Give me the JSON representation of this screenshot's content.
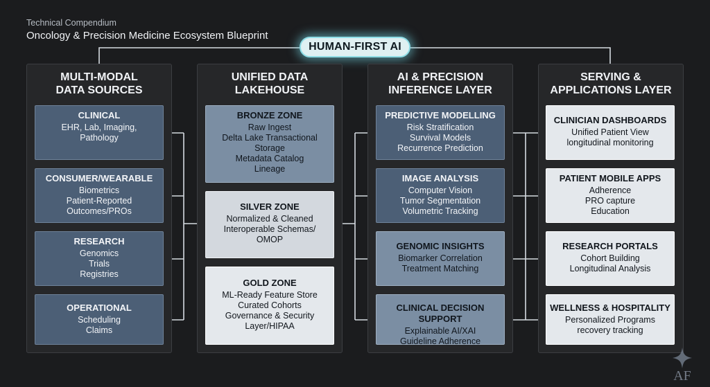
{
  "header": {
    "subtitle": "Technical Compendium",
    "title": "Oncology & Precision Medicine Ecosystem Blueprint"
  },
  "banner": "HUMAN-FIRST AI",
  "columns": [
    {
      "title": [
        "MULTI-MODAL",
        "DATA SOURCES"
      ],
      "cards": [
        {
          "title": "CLINICAL",
          "lines": [
            "EHR, Lab, Imaging,",
            "Pathology"
          ]
        },
        {
          "title": "CONSUMER/WEARABLE",
          "lines": [
            "Biometrics",
            "Patient-Reported",
            "Outcomes/PROs"
          ]
        },
        {
          "title": "RESEARCH",
          "lines": [
            "Genomics",
            "Trials",
            "Registries"
          ]
        },
        {
          "title": "OPERATIONAL",
          "lines": [
            "Scheduling",
            "Claims"
          ]
        }
      ]
    },
    {
      "title": [
        "UNIFIED DATA",
        "LAKEHOUSE"
      ],
      "cards": [
        {
          "title": "BRONZE ZONE",
          "lines": [
            "Raw Ingest",
            "Delta Lake Transactional",
            "Storage",
            "Metadata Catalog",
            "Lineage"
          ]
        },
        {
          "title": "SILVER ZONE",
          "lines": [
            "Normalized & Cleaned",
            "Interoperable Schemas/",
            "OMOP"
          ]
        },
        {
          "title": "GOLD ZONE",
          "lines": [
            "ML-Ready Feature Store",
            "Curated Cohorts",
            "Governance & Security",
            "Layer/HIPAA"
          ]
        }
      ]
    },
    {
      "title": [
        "AI & PRECISION",
        "INFERENCE LAYER"
      ],
      "cards": [
        {
          "title": "PREDICTIVE MODELLING",
          "lines": [
            "Risk Stratification",
            "Survival Models",
            "Recurrence Prediction"
          ]
        },
        {
          "title": "IMAGE ANALYSIS",
          "lines": [
            "Computer Vision",
            "Tumor Segmentation",
            "Volumetric Tracking"
          ]
        },
        {
          "title": "GENOMIC INSIGHTS",
          "lines": [
            "Biomarker Correlation",
            "Treatment Matching"
          ]
        },
        {
          "title": "CLINICAL DECISION SUPPORT",
          "lines": [
            "Explainable AI/XAI",
            "Guideline Adherence"
          ]
        }
      ]
    },
    {
      "title": [
        "SERVING &",
        "APPLICATIONS LAYER"
      ],
      "cards": [
        {
          "title": "CLINICIAN DASHBOARDS",
          "lines": [
            "Unified Patient View",
            "longitudinal monitoring"
          ]
        },
        {
          "title": "PATIENT MOBILE APPS",
          "lines": [
            "Adherence",
            "PRO capture",
            "Education"
          ]
        },
        {
          "title": "RESEARCH PORTALS",
          "lines": [
            "Cohort Building",
            "Longitudinal Analysis"
          ]
        },
        {
          "title": "WELLNESS & HOSPITALITY",
          "lines": [
            "Personalized Programs",
            "recovery tracking"
          ]
        }
      ]
    }
  ],
  "logo_text": "AF"
}
